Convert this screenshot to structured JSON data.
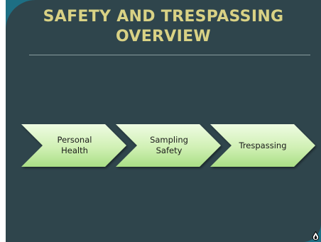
{
  "slide": {
    "title_line1": "SAFETY AND TRESPASSING",
    "title_line2": "OVERVIEW"
  },
  "process_steps": [
    {
      "label": "Personal\nHealth"
    },
    {
      "label": "Sampling\nSafety"
    },
    {
      "label": "Trespassing"
    }
  ],
  "colors": {
    "slide_background": "#2f454c",
    "border_accent": "#1d6f84",
    "title_text": "#d9d285",
    "chevron_fill_light": "#e6f7d3",
    "chevron_fill_dark": "#b4e394"
  },
  "icons": {
    "logo": "corner-logo-icon"
  }
}
